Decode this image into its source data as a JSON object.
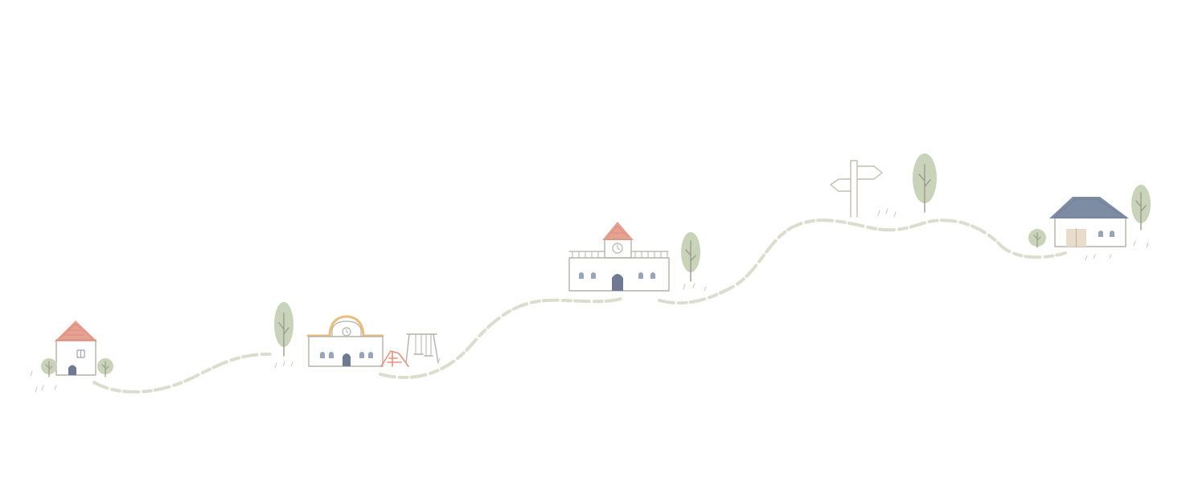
{
  "palette": {
    "background": "#ffffff",
    "path": "#dcdccf",
    "wall_outline": "#b6b2ac",
    "red_roof": "#e0907f",
    "orange_roof": "#e9be7e",
    "navy_roof": "#6f7f99",
    "door": "#6e7a93",
    "window": "#9aa4b8",
    "tree_green": "#c9d3b9",
    "trunk": "#9c9a8e",
    "slide": "#e7907d",
    "signpost": "#c4bdb2",
    "garage_door": "#eadccb",
    "grass": "#c8c8bd"
  },
  "scene": {
    "theme": "hand-drawn town map along a winding path",
    "landmarks": [
      {
        "id": "home",
        "icon": "small-house-icon"
      },
      {
        "id": "kindergarten",
        "icon": "kindergarten-icon",
        "has_clock": true
      },
      {
        "id": "playground",
        "icon": "playground-icon",
        "features": [
          "slide",
          "swing"
        ]
      },
      {
        "id": "school",
        "icon": "school-icon",
        "has_clock": true
      },
      {
        "id": "crossroads",
        "icon": "signpost-icon"
      },
      {
        "id": "office",
        "icon": "garage-house-icon"
      }
    ],
    "tree_count": 7
  }
}
